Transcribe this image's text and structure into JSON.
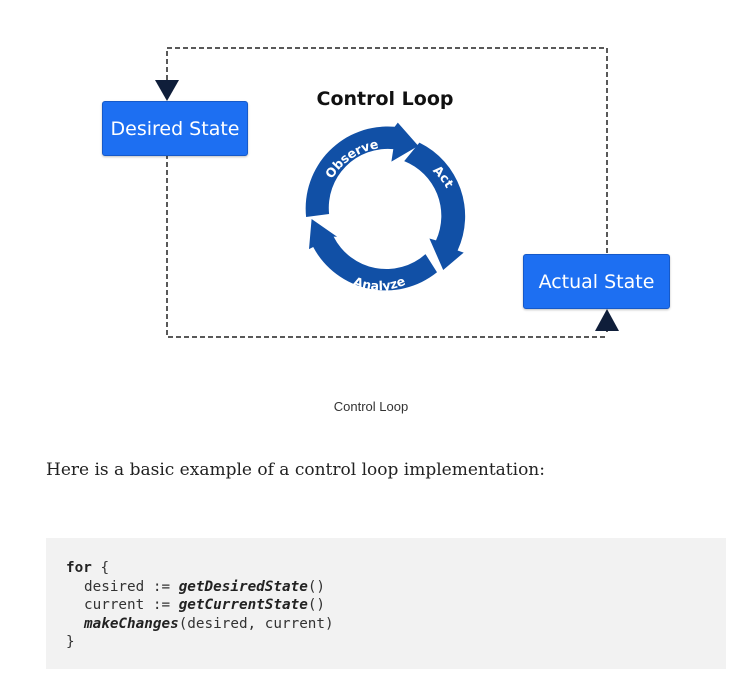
{
  "diagram": {
    "title": "Control Loop",
    "desired_state": "Desired State",
    "actual_state": "Actual State",
    "cycle_steps": [
      "Observe",
      "Act",
      "Analyze"
    ],
    "colors": {
      "box_fill": "#1d6ff2",
      "cycle_fill": "#1150a6",
      "arrow_head": "#0f1e3a"
    }
  },
  "caption": "Control Loop",
  "paragraph": "Here is a basic example of a control loop implementation:",
  "code": {
    "kw_for": "for",
    "open_brace": "{",
    "desired_var": "desired",
    "assign_op": ":=",
    "get_desired_fn": "getDesiredState",
    "current_var": "current",
    "get_current_fn": "getCurrentState",
    "call_parens": "()",
    "make_changes_fn": "makeChanges",
    "make_changes_args": "(desired, current)",
    "close_brace": "}"
  }
}
